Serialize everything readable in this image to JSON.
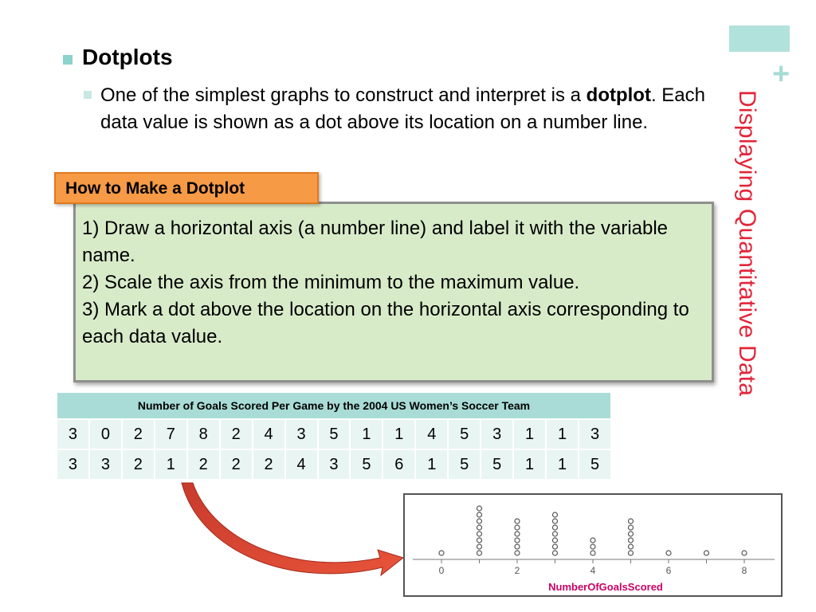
{
  "side_title": "Displaying Quantitative Data",
  "heading": "Dotplots",
  "paragraph": {
    "before": "One of the simplest graphs to construct and interpret is a ",
    "bold": "dotplot",
    "after": ". Each data value is shown as a dot above its location on a number line."
  },
  "howto": {
    "tab_label": "How to Make a Dotplot",
    "steps": [
      "1)  Draw a horizontal axis (a number line) and label it with the variable name.",
      "2)  Scale the axis from the minimum to the maximum value.",
      "3)  Mark a dot above the location on the horizontal axis corresponding to each data value."
    ]
  },
  "table": {
    "title": "Number of Goals Scored Per Game by the 2004 US Women’s Soccer Team",
    "rows": [
      [
        3,
        0,
        2,
        7,
        8,
        2,
        4,
        3,
        5,
        1,
        1,
        4,
        5,
        3,
        1,
        1,
        3
      ],
      [
        3,
        3,
        2,
        1,
        2,
        2,
        2,
        4,
        3,
        5,
        6,
        1,
        5,
        5,
        1,
        1,
        5
      ]
    ]
  },
  "colors": {
    "accent_teal": "#a9dcd7",
    "title_red": "#e2263a",
    "tab_orange": "#f79a46",
    "box_green": "#d8ebc9",
    "axis_label_color": "#cc0066"
  },
  "chart_data": {
    "type": "dotplot",
    "xlabel": "NumberOfGoalsScored",
    "x_ticks": [
      "0",
      "2",
      "4",
      "6",
      "8"
    ],
    "xlim": [
      -0.4,
      8.5
    ],
    "values": [
      0,
      1,
      2,
      3,
      4,
      5,
      6,
      7,
      8
    ],
    "counts": [
      1,
      8,
      6,
      7,
      3,
      6,
      1,
      1,
      1
    ]
  }
}
